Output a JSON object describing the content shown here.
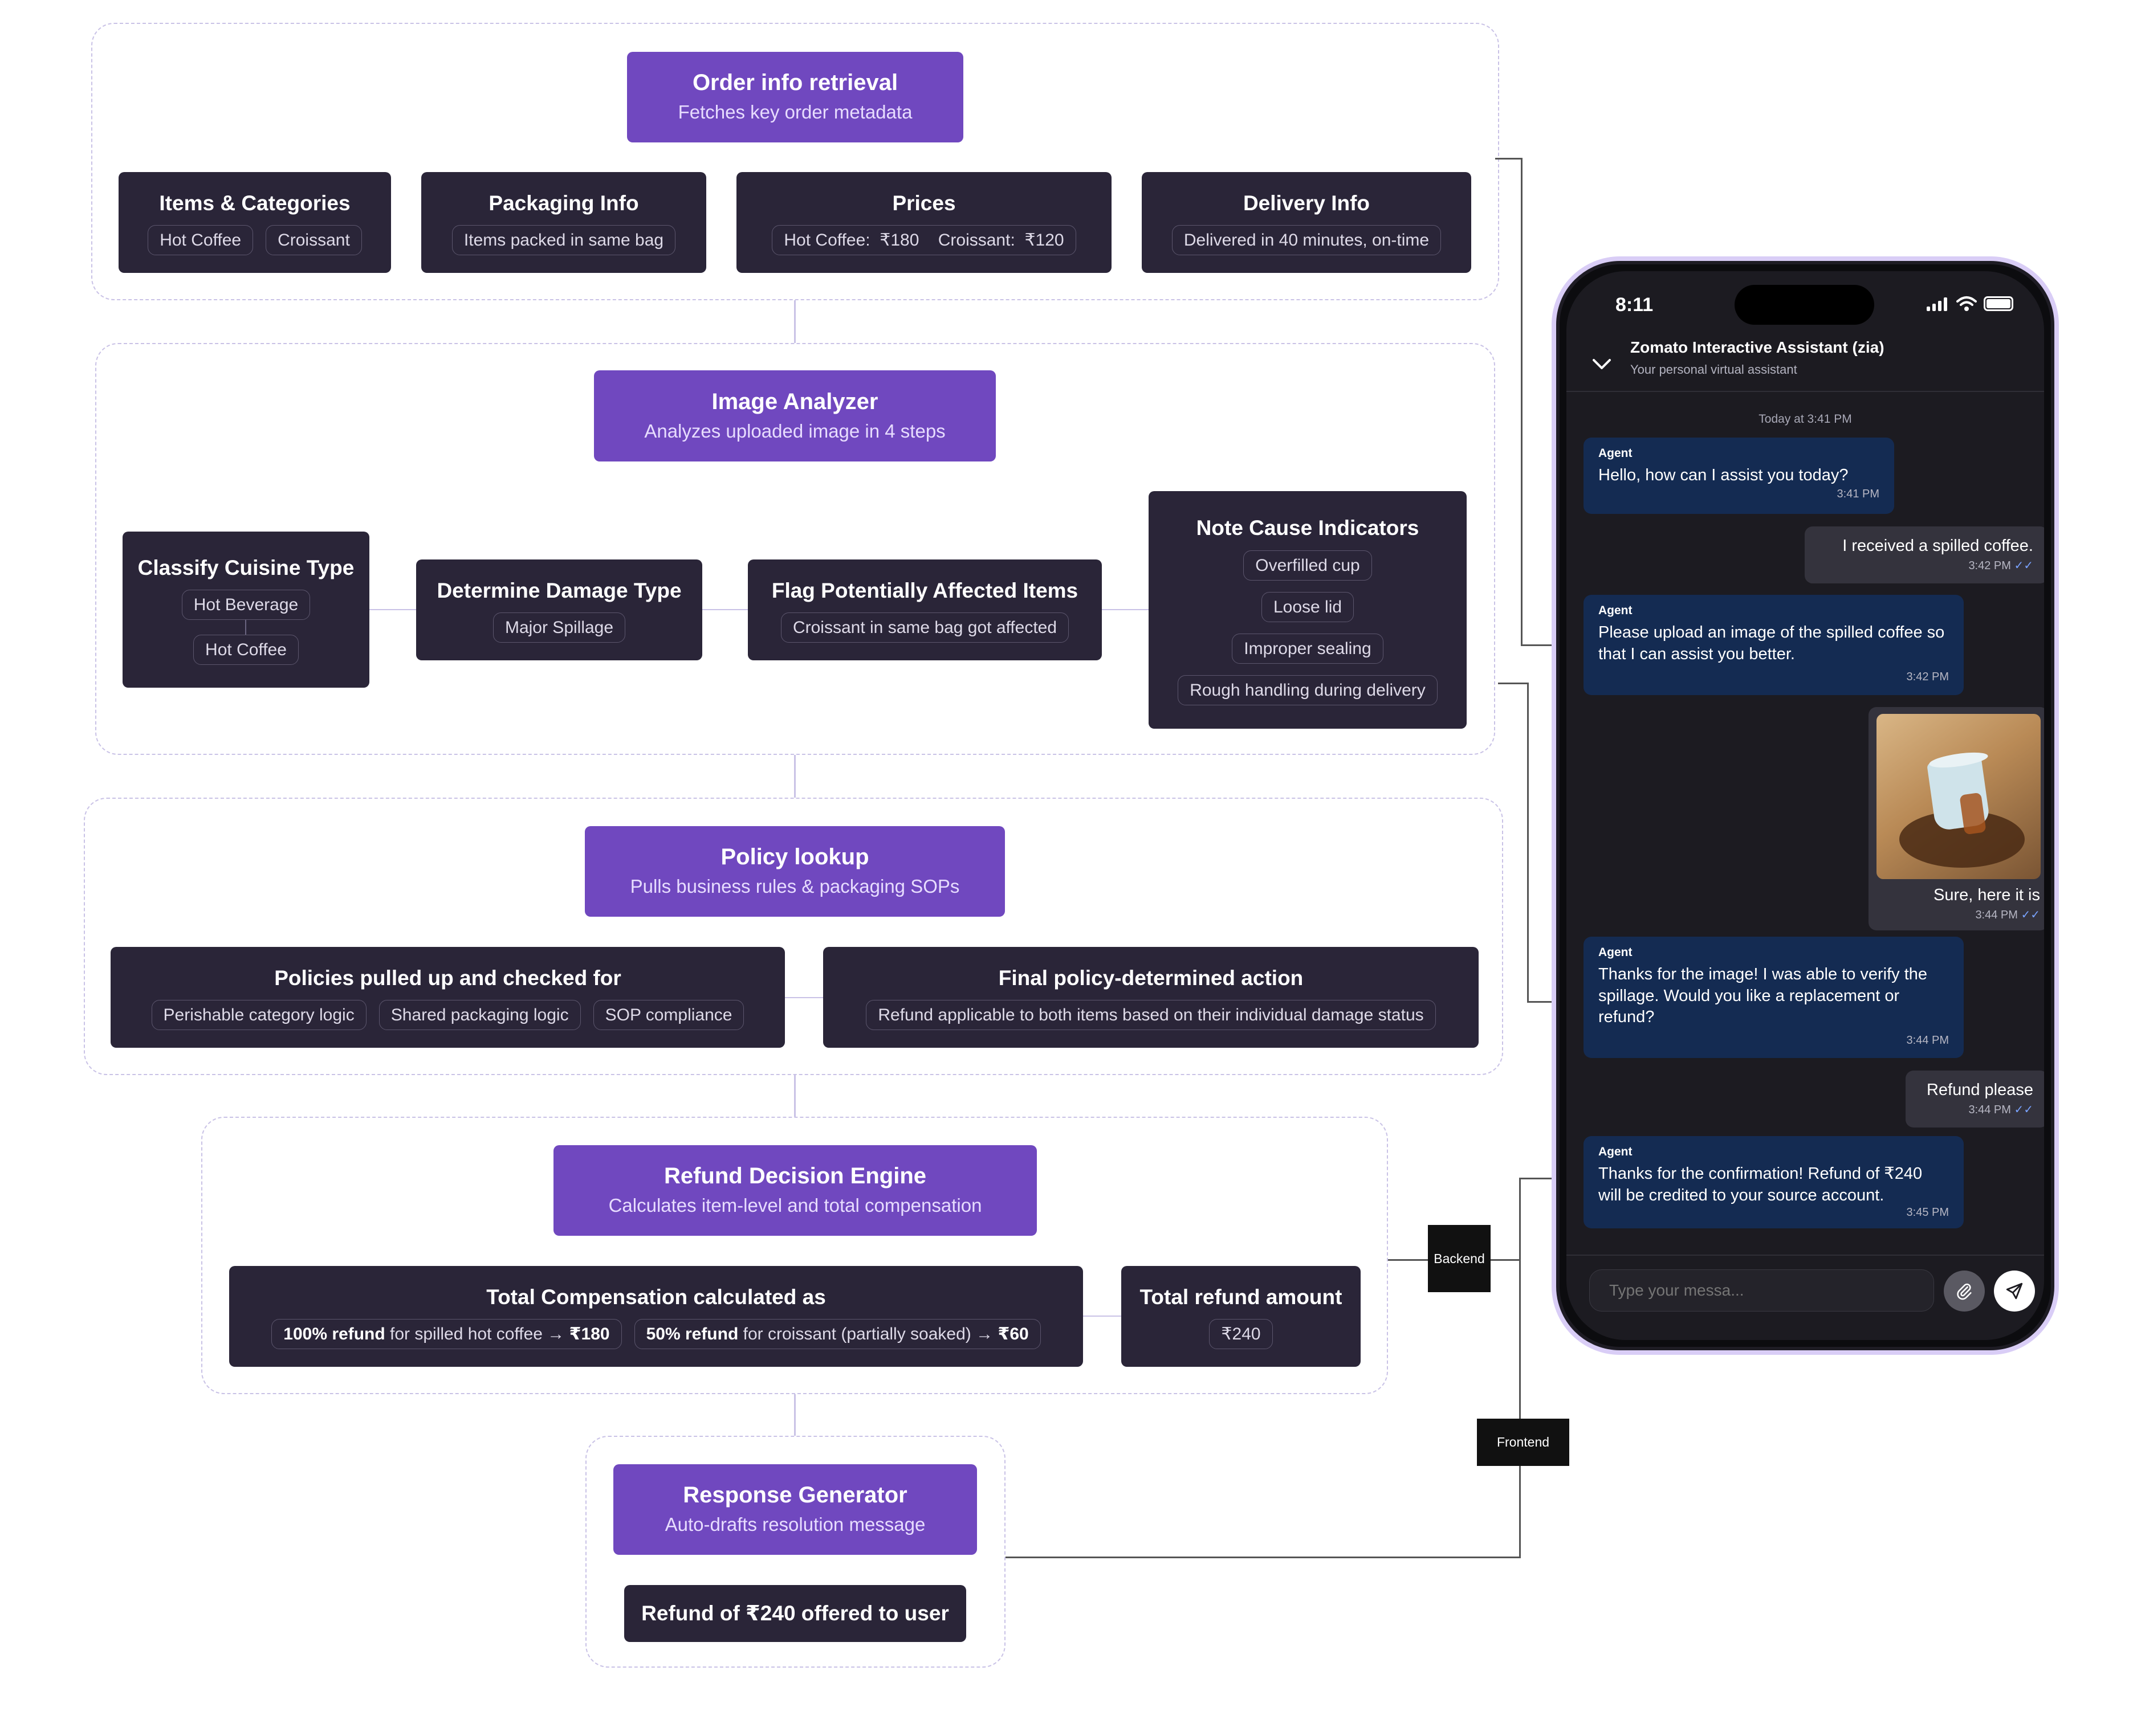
{
  "order_info": {
    "title": "Order info retrieval",
    "subtitle": "Fetches key order metadata",
    "cards": [
      {
        "title": "Items & Categories",
        "chips": [
          "Hot Coffee",
          "Croissant"
        ]
      },
      {
        "title": "Packaging Info",
        "chips": [
          "Items packed in same bag"
        ]
      },
      {
        "title": "Prices",
        "chips": [
          "Hot Coffee:  ₹180    Croissant:  ₹120"
        ]
      },
      {
        "title": "Delivery Info",
        "chips": [
          "Delivered in 40 minutes, on-time"
        ]
      }
    ]
  },
  "image_analyzer": {
    "title": "Image Analyzer",
    "subtitle": "Analyzes uploaded image in 4 steps",
    "cards": [
      {
        "title": "Classify Cuisine Type",
        "chips": [
          "Hot Beverage",
          "Hot Coffee"
        ]
      },
      {
        "title": "Determine Damage Type",
        "chips": [
          "Major Spillage"
        ]
      },
      {
        "title": "Flag Potentially Affected Items",
        "chips": [
          "Croissant in same bag got affected"
        ]
      },
      {
        "title": "Note Cause Indicators",
        "chips": [
          "Overfilled cup",
          "Loose lid",
          "Improper sealing",
          "Rough handling during delivery"
        ]
      }
    ]
  },
  "policy_lookup": {
    "title": "Policy lookup",
    "subtitle": "Pulls business rules & packaging SOPs",
    "cards": [
      {
        "title": "Policies pulled up and checked for",
        "chips": [
          "Perishable category logic",
          "Shared packaging logic",
          "SOP compliance"
        ]
      },
      {
        "title": "Final policy-determined action",
        "chips": [
          "Refund applicable to both items based on their individual damage status"
        ]
      }
    ]
  },
  "refund_engine": {
    "title": "Refund Decision Engine",
    "subtitle": "Calculates item-level and total compensation",
    "cards": [
      {
        "title": "Total Compensation calculated as",
        "chips": [
          {
            "bold": "100% refund",
            "rest": " for spilled hot coffee → ",
            "amount": "₹180"
          },
          {
            "bold": "50% refund",
            "rest": " for croissant (partially soaked) → ",
            "amount": "₹60"
          }
        ]
      },
      {
        "title": "Total refund amount",
        "chips": [
          "₹240"
        ]
      }
    ]
  },
  "response_generator": {
    "title": "Response Generator",
    "subtitle": "Auto-drafts resolution message",
    "result": "Refund of ₹240 offered to user"
  },
  "labels": {
    "backend": "Backend",
    "frontend": "Frontend"
  },
  "phone": {
    "time": "8:11",
    "assistant_name": "Zomato Interactive Assistant (zia)",
    "assistant_subtitle": "Your personal virtual assistant",
    "date_label": "Today at 3:41 PM",
    "input_placeholder": "Type your messa...",
    "messages": [
      {
        "from": "agent",
        "who": "Agent",
        "text": "Hello, how can I assist you today?",
        "time": "3:41 PM"
      },
      {
        "from": "user",
        "text": "I received a spilled coffee.",
        "time": "3:42 PM"
      },
      {
        "from": "agent",
        "who": "Agent",
        "text": "Please upload an image of the spilled coffee so that I can assist you better.",
        "time": "3:42 PM"
      },
      {
        "from": "user",
        "text": "Sure, here it is",
        "time": "3:44 PM",
        "image": "spilled-coffee-photo"
      },
      {
        "from": "agent",
        "who": "Agent",
        "text": "Thanks for the image! I was able to verify the spillage. Would you like a replacement or refund?",
        "time": "3:44 PM"
      },
      {
        "from": "user",
        "text": "Refund please",
        "time": "3:44 PM"
      },
      {
        "from": "agent",
        "who": "Agent",
        "text": "Thanks for the confirmation! Refund of ₹240 will be credited to your source account.",
        "time": "3:45 PM"
      }
    ]
  },
  "colors": {
    "accent": "#7048bf",
    "card": "#2a2538",
    "agent_bubble": "#142b52",
    "user_bubble": "#34333d"
  }
}
